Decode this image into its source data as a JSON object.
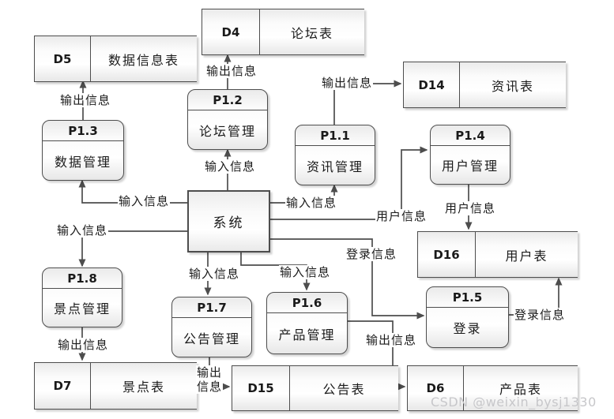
{
  "center": {
    "label": "系统"
  },
  "stores": {
    "d5": {
      "id": "D5",
      "name": "数据信息表"
    },
    "d4": {
      "id": "D4",
      "name": "论坛表"
    },
    "d14": {
      "id": "D14",
      "name": "资讯表"
    },
    "d16": {
      "id": "D16",
      "name": "用户表"
    },
    "d7": {
      "id": "D7",
      "name": "景点表"
    },
    "d15": {
      "id": "D15",
      "name": "公告表"
    },
    "d6": {
      "id": "D6",
      "name": "产品表"
    }
  },
  "processes": {
    "p11": {
      "id": "P1.1",
      "name": "资讯管理"
    },
    "p12": {
      "id": "P1.2",
      "name": "论坛管理"
    },
    "p13": {
      "id": "P1.3",
      "name": "数据管理"
    },
    "p14": {
      "id": "P1.4",
      "name": "用户管理"
    },
    "p15": {
      "id": "P1.5",
      "name": "登录"
    },
    "p16": {
      "id": "P1.6",
      "name": "产品管理"
    },
    "p17": {
      "id": "P1.7",
      "name": "公告管理"
    },
    "p18": {
      "id": "P1.8",
      "name": "景点管理"
    }
  },
  "flow_labels": {
    "out_d5": "输出信息",
    "out_d4": "输出信息",
    "out_d14": "输出信息",
    "in_p12": "输入信息",
    "in_p13": "输入信息",
    "in_p11": "输入信息",
    "user_p14": "用户信息",
    "in_p18": "输入信息",
    "login_p15": "登录信息",
    "in_p17": "输入信息",
    "in_p16": "输入信息",
    "user_d16": "用户信息",
    "login_d16": "登录信息",
    "out_d6": "输出信息",
    "out_d15": "输出\n信息",
    "out_d7": "输出信息"
  },
  "watermark": "CSDN @weixin_bysj1330",
  "colors": {
    "stroke": "#4d4d4d",
    "watermark": "#c7c7ca",
    "background": "#ffffff"
  }
}
